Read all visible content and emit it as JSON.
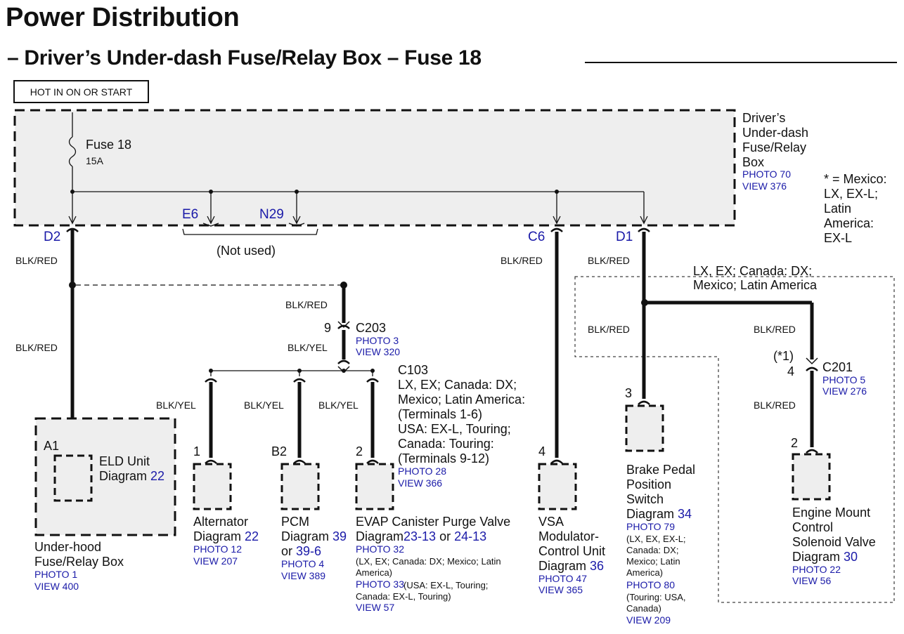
{
  "title": "Power Distribution",
  "subtitle": "– Driver’s Under-dash Fuse/Relay Box – Fuse 18",
  "hot_label": "HOT IN ON OR START",
  "fuse": {
    "name": "Fuse 18",
    "rating": "15A"
  },
  "fuse_box": {
    "name": "Driver’s\nUnder-dash\nFuse/Relay\nBox",
    "photo": "PHOTO 70",
    "view": "VIEW 376"
  },
  "footnote": "* = Mexico:\nLX, EX-L;\nLatin\nAmerica:\nEX-L",
  "terminals": {
    "d2": "D2",
    "e6": "E6",
    "n29": "N29",
    "c6": "C6",
    "d1": "D1"
  },
  "not_used": "(Not used)",
  "wire_colors": {
    "blk_red": "BLK/RED",
    "blk_yel": "BLK/YEL"
  },
  "region_note": "LX, EX; Canada: DX;\nMexico; Latin America",
  "c203": {
    "pin": "9",
    "name": "C203",
    "photo": "PHOTO 3",
    "view": "VIEW 320"
  },
  "c103": {
    "name": "C103",
    "note": "LX, EX; Canada: DX;\nMexico; Latin America:\n(Terminals 1-6)\nUSA: EX-L, Touring;\nCanada: Touring:\n(Terminals 9-12)",
    "photo": "PHOTO 28",
    "view": "VIEW 366"
  },
  "c201": {
    "marker": "(*1)",
    "pin": "4",
    "name": "C201",
    "photo": "PHOTO 5",
    "view": "VIEW 276"
  },
  "eld": {
    "pin": "A1",
    "name": "ELD Unit",
    "diagram": "Diagram",
    "page": "22",
    "box_name": "Under-hood\nFuse/Relay Box",
    "photo": "PHOTO 1",
    "view": "VIEW 400"
  },
  "alternator": {
    "pin": "1",
    "name": "Alternator",
    "diagram": "Diagram",
    "page": "22",
    "photo": "PHOTO 12",
    "view": "VIEW 207"
  },
  "pcm": {
    "pin": "B2",
    "name": "PCM",
    "diagram": "Diagram",
    "page": "39",
    "or": "or",
    "page2": "39-6",
    "photo": "PHOTO 4",
    "view": "VIEW 389"
  },
  "evap": {
    "pin": "2",
    "name": "EVAP Canister Purge Valve",
    "diagram": "Diagram",
    "page": "23-13",
    "or": "or",
    "page2": "24-13",
    "photo": "PHOTO 32",
    "note1": "(LX, EX; Canada: DX; Mexico; Latin\nAmerica)",
    "photo2": "PHOTO 33",
    "note2": "(USA: EX-L, Touring;\nCanada: EX-L, Touring)",
    "view": "VIEW 57"
  },
  "vsa": {
    "pin": "4",
    "name": "VSA\nModulator-\nControl Unit",
    "diagram": "Diagram",
    "page": "36",
    "photo": "PHOTO 47",
    "view": "VIEW 365"
  },
  "brake": {
    "pin": "3",
    "name": "Brake Pedal\nPosition\nSwitch",
    "diagram": "Diagram",
    "page": "34",
    "photo": "PHOTO 79",
    "note1": "(LX, EX, EX-L;\nCanada: DX;\nMexico; Latin\nAmerica)",
    "photo2": "PHOTO 80",
    "note2": "(Touring: USA,\nCanada)",
    "view": "VIEW 209"
  },
  "engine_mount": {
    "pin": "2",
    "name": "Engine Mount\nControl\nSolenoid Valve",
    "diagram": "Diagram",
    "page": "30",
    "photo": "PHOTO 22",
    "view": "VIEW 56"
  },
  "colors": {
    "link": "#1a1aa8",
    "box_fill": "#eeeeee",
    "line": "#111111"
  }
}
